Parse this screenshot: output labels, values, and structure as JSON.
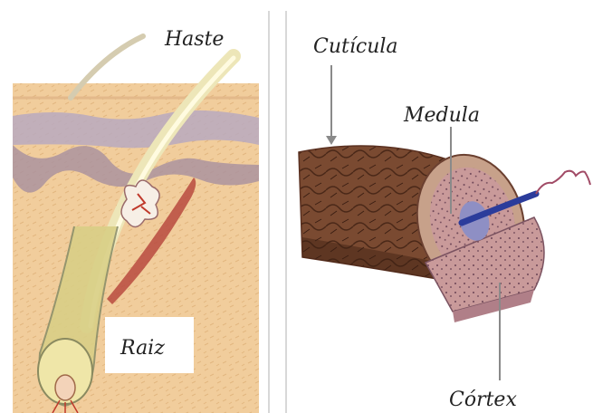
{
  "left_panel": {
    "labels": {
      "shaft": "Haste",
      "root": "Raiz"
    }
  },
  "right_panel": {
    "labels": {
      "cuticle": "Cutícula",
      "medulla": "Medula",
      "cortex": "Córtex"
    }
  }
}
